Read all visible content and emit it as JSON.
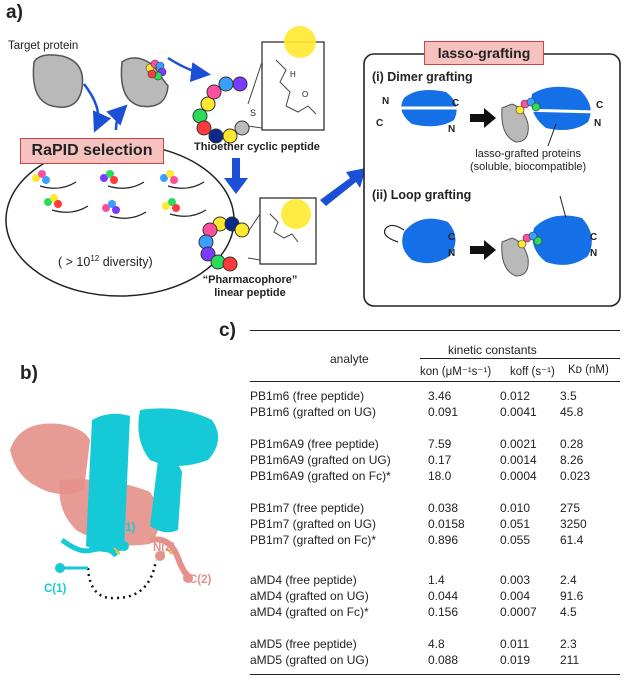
{
  "panel_a": {
    "label": "a)",
    "target_protein": "Target protein",
    "rapid_selection": "RaPID selection",
    "diversity": "( > 10",
    "diversity_exp": "12",
    "diversity_end": " diversity)",
    "thioether": "Thioether cyclic peptide",
    "pharmacophore_line1": "“Pharmacophore”",
    "pharmacophore_line2": "linear peptide",
    "lasso_title": "lasso-grafting",
    "dimer": "(i) Dimer grafting",
    "loop": "(ii) Loop grafting",
    "lasso_proteins_line1": "lasso-grafted proteins",
    "lasso_proteins_line2": "(soluble, biocompatible)",
    "n": "N",
    "c": "C",
    "s": "S",
    "h": "H",
    "o": "O"
  },
  "panel_b": {
    "label": "b)",
    "n1": "N(1)",
    "n2": "N(2)",
    "c1": "C(1)",
    "c2": "C(2)"
  },
  "panel_c": {
    "label": "c)",
    "header_analyte": "analyte",
    "header_kinetic": "kinetic constants",
    "header_kon": "kon (μM⁻¹s⁻¹)",
    "header_koff": "koff (s⁻¹)",
    "header_kd": "Kᴅ (nM)",
    "rows": [
      {
        "analyte": "PB1m6 (free peptide)",
        "kon": "3.46",
        "koff": "0.012",
        "kd": "3.5"
      },
      {
        "analyte": "PB1m6 (grafted on UG)",
        "kon": "0.091",
        "koff": "0.0041",
        "kd": "45.8"
      },
      {
        "analyte": "PB1m6A9 (free peptide)",
        "kon": "7.59",
        "koff": "0.0021",
        "kd": "0.28"
      },
      {
        "analyte": "PB1m6A9 (grafted on UG)",
        "kon": "0.17",
        "koff": "0.0014",
        "kd": "8.26"
      },
      {
        "analyte": "PB1m6A9 (grafted on Fc)*",
        "kon": "18.0",
        "koff": "0.0004",
        "kd": "0.023"
      },
      {
        "analyte": "PB1m7 (free peptide)",
        "kon": "0.038",
        "koff": "0.010",
        "kd": "275"
      },
      {
        "analyte": "PB1m7 (grafted on UG)",
        "kon": "0.0158",
        "koff": "0.051",
        "kd": "3250"
      },
      {
        "analyte": "PB1m7 (grafted on Fc)*",
        "kon": "0.896",
        "koff": "0.055",
        "kd": "61.4"
      },
      {
        "analyte": "aMD4 (free peptide)",
        "kon": "1.4",
        "koff": "0.003",
        "kd": "2.4"
      },
      {
        "analyte": "aMD4 (grafted on UG)",
        "kon": "0.044",
        "koff": "0.004",
        "kd": "91.6"
      },
      {
        "analyte": "aMD4 (grafted on Fc)*",
        "kon": "0.156",
        "koff": "0.0007",
        "kd": "4.5"
      },
      {
        "analyte": "aMD5 (free peptide)",
        "kon": "4.8",
        "koff": "0.011",
        "kd": "2.3"
      },
      {
        "analyte": "aMD5 (grafted on UG)",
        "kon": "0.088",
        "koff": "0.019",
        "kd": "211"
      }
    ]
  },
  "colors": {
    "blue": "#1570e8",
    "gray": "#b9b9b9",
    "salmon_box": "#f5c2c0",
    "cyan_helix": "#16c9d6",
    "pink_helix": "#e3918a"
  }
}
